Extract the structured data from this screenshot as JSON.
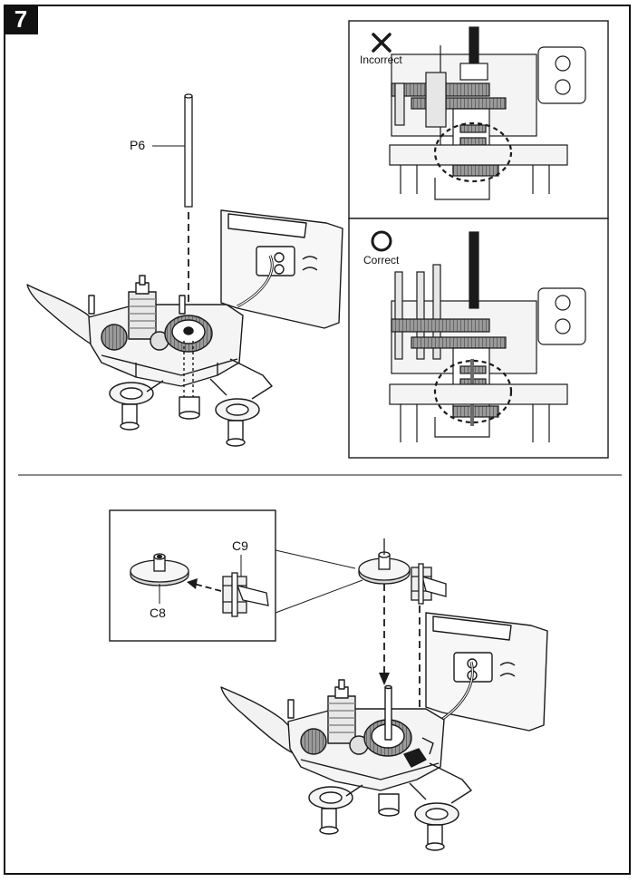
{
  "step": {
    "number": "7"
  },
  "parts": {
    "p6": "P6",
    "c8": "C8",
    "c9": "C9"
  },
  "checks": {
    "incorrect": {
      "label": "Incorrect",
      "icon": "cross-icon"
    },
    "correct": {
      "label": "Correct",
      "icon": "circle-icon"
    }
  },
  "colors": {
    "line": "#1a1a1a",
    "gear": "#7a7a7a",
    "fill_light": "#f2f2f2",
    "fill_mid": "#bdbdbd"
  }
}
